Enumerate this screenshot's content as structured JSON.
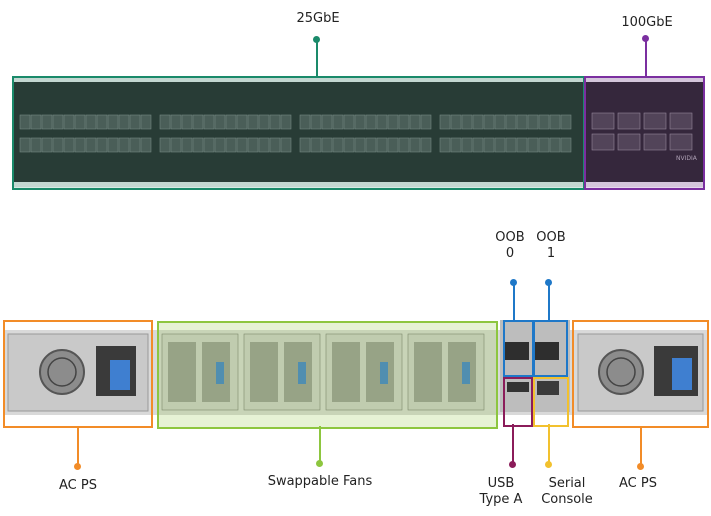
{
  "colors": {
    "green_teal": "#1a8a6a",
    "purple": "#7b2fa0",
    "orange": "#f28c28",
    "lime": "#8dc63f",
    "blue": "#1f78c8",
    "magenta": "#8b1c5a",
    "yellow": "#f2c12e"
  },
  "top": {
    "label_25g": "25GbE",
    "label_100g": "100GbE",
    "brand": "NVIDIA"
  },
  "bottom": {
    "oob0_line1": "OOB",
    "oob0_line2": "0",
    "oob1_line1": "OOB",
    "oob1_line2": "1",
    "ac_ps_left": "AC PS",
    "fans": "Swappable Fans",
    "usb_line1": "USB",
    "usb_line2": "Type A",
    "serial_line1": "Serial",
    "serial_line2": "Console",
    "ac_ps_right": "AC PS"
  }
}
